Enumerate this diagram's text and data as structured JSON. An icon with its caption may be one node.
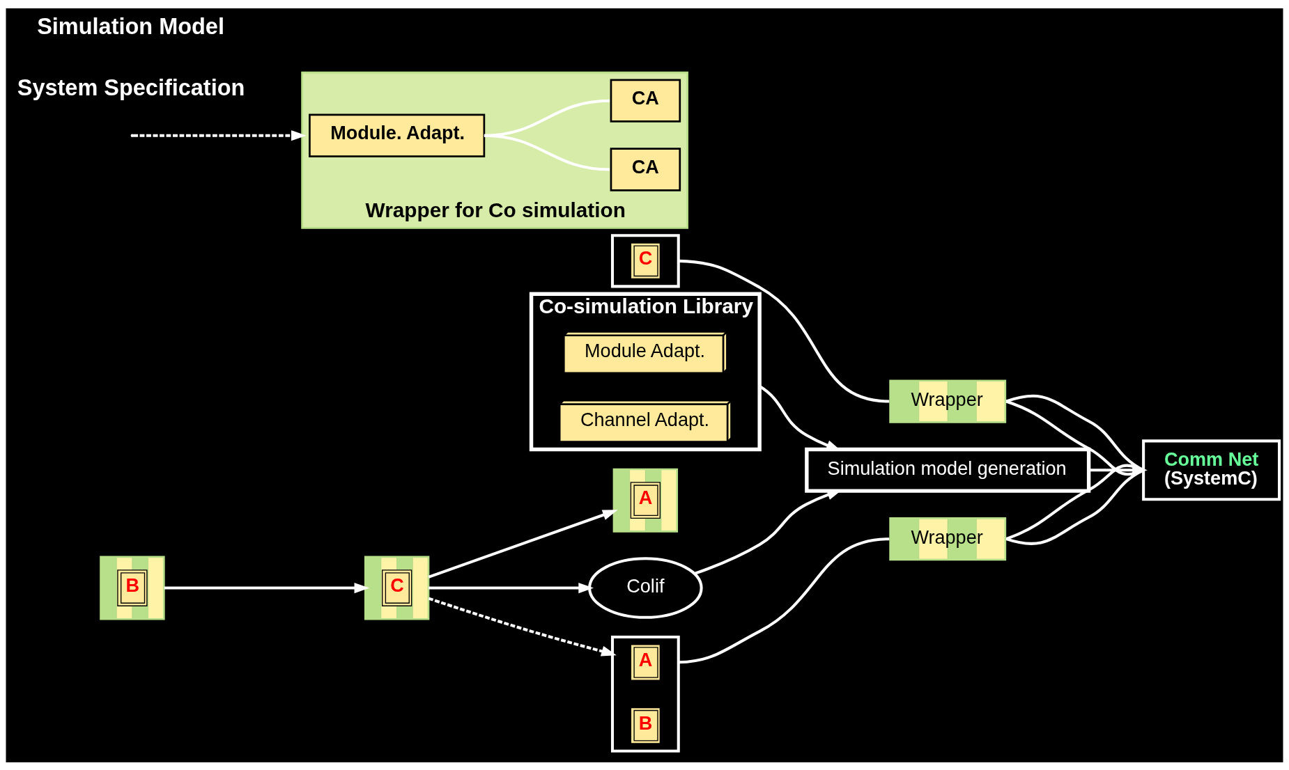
{
  "diagram": {
    "nodes": [
      {
        "text": [
          "A"
        ]
      },
      {
        "text": [
          "B"
        ]
      },
      {
        "text": [
          "C"
        ]
      },
      {
        "text": [
          "Colif"
        ]
      },
      {
        "text": [],
        "shape": "box"
      },
      {
        "text": [
          "A"
        ],
        "in": 4
      },
      {
        "text": [
          "B"
        ],
        "in": 4
      },
      {
        "text": [],
        "shape": "box"
      },
      {
        "text": [
          "C"
        ],
        "in": 7
      },
      {
        "text": [
          "Wrapper"
        ]
      },
      {
        "text": [
          "Wrapper"
        ]
      },
      {
        "text": [
          "Comm Net",
          "(SystemC)"
        ]
      },
      {
        "text": [
          "Co-simulation Library"
        ]
      },
      {
        "text": [
          "Module Adapt."
        ],
        "in": 12
      },
      {
        "text": [
          "Channel Adapt."
        ],
        "in": 12
      },
      {
        "text": [
          "Simulation model generation"
        ]
      },
      {
        "text": [],
        "shape": "box",
        "beside": [
          "Wrapper for Co simulation"
        ]
      },
      {
        "text": [
          "Module. Adapt."
        ],
        "in": 16
      },
      {
        "text": [
          "CA"
        ],
        "in": 16
      },
      {
        "text": [
          "CA"
        ],
        "in": 16
      }
    ],
    "edges": [
      {
        "from": 2,
        "to": 0,
        "arrow": "to"
      },
      {
        "from": 1,
        "to": 2,
        "arrow": "to"
      },
      {
        "from": 2,
        "to": 4,
        "arrow": "to",
        "style": "dashed"
      },
      {
        "from": 2,
        "to": 3,
        "arrow": "to"
      },
      {
        "from": 3,
        "to": 15,
        "arrow": "to"
      },
      {
        "from": 12,
        "to": 15,
        "arrow": "to"
      },
      {
        "from": 15,
        "to": 11,
        "arrow": "to"
      },
      {
        "from": 4,
        "to": 9,
        "arrow": "none"
      },
      {
        "from": 7,
        "to": 10,
        "arrow": "none"
      },
      {
        "from": 9,
        "to": 11,
        "arrow": "none"
      },
      {
        "from": 9,
        "to": 11,
        "arrow": "none"
      },
      {
        "from": 10,
        "to": 11,
        "arrow": "none"
      },
      {
        "from": 10,
        "to": 11,
        "arrow": "none"
      },
      {
        "from": null,
        "to": 16,
        "arrow": "to",
        "style": "dashed"
      },
      {
        "from": 17,
        "to": 18,
        "arrow": "none"
      },
      {
        "from": 17,
        "to": 19,
        "arrow": "none"
      }
    ],
    "labels": [
      "System Specification",
      "Simulation Model"
    ]
  }
}
